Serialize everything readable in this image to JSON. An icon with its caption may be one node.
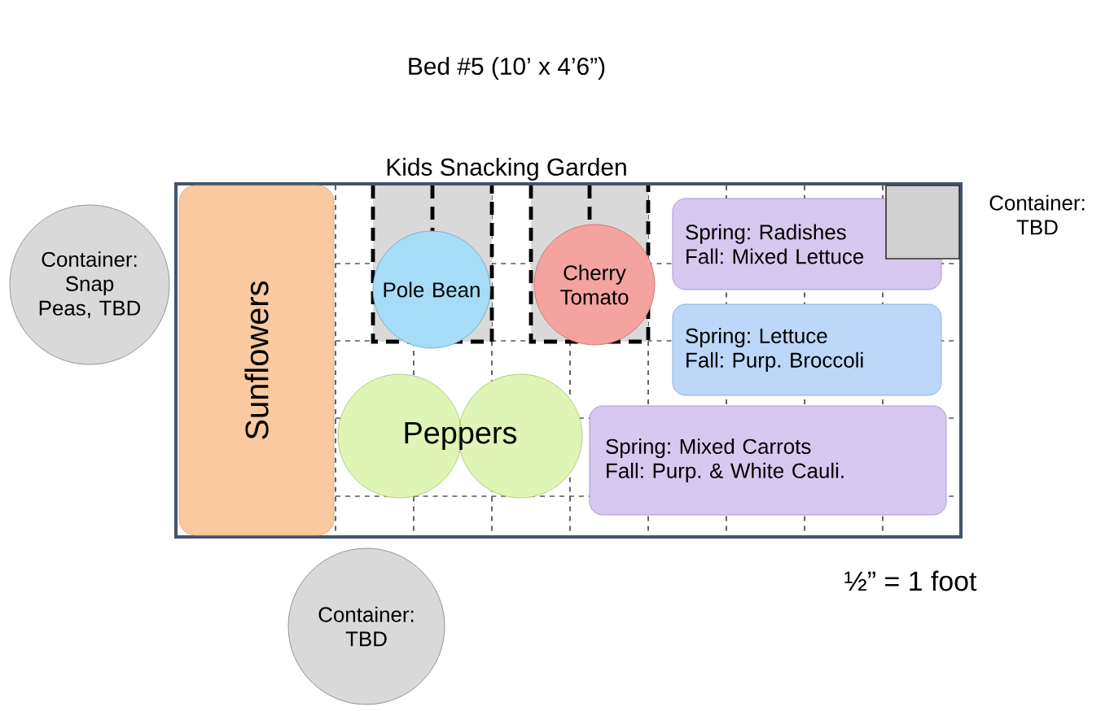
{
  "diagram": {
    "title": "Bed #5 (10’ x 4’6”)",
    "nodes": [
      {
        "text": [],
        "shape": "box"
      },
      {
        "text": [
          "Container: Snap Peas, TBD"
        ]
      },
      {
        "text": [
          "Sunflowers"
        ],
        "in": 0
      },
      {
        "text": [
          "Pole Bean"
        ],
        "in": 0
      },
      {
        "text": [
          "Cherry Tomato"
        ],
        "in": 0
      },
      {
        "text": [],
        "shape": "box",
        "beside": [
          "Container: TBD"
        ],
        "in": 0
      },
      {
        "text": [
          "Spring: Radishes",
          "Fall: Mixed Lettuce"
        ],
        "in": 0
      },
      {
        "text": [
          "Spring: Lettuce",
          "Fall: Purp. Broccoli"
        ],
        "in": 0
      },
      {
        "text": [
          "Peppers"
        ],
        "in": 0
      },
      {
        "text": [
          "Spring: Mixed Carrots",
          "Fall: Purp. & White Cauli."
        ],
        "in": 0
      },
      {
        "text": [
          "Container: TBD"
        ]
      }
    ],
    "labels": [
      "Kids Snacking Garden",
      "½” = 1 foot"
    ]
  }
}
